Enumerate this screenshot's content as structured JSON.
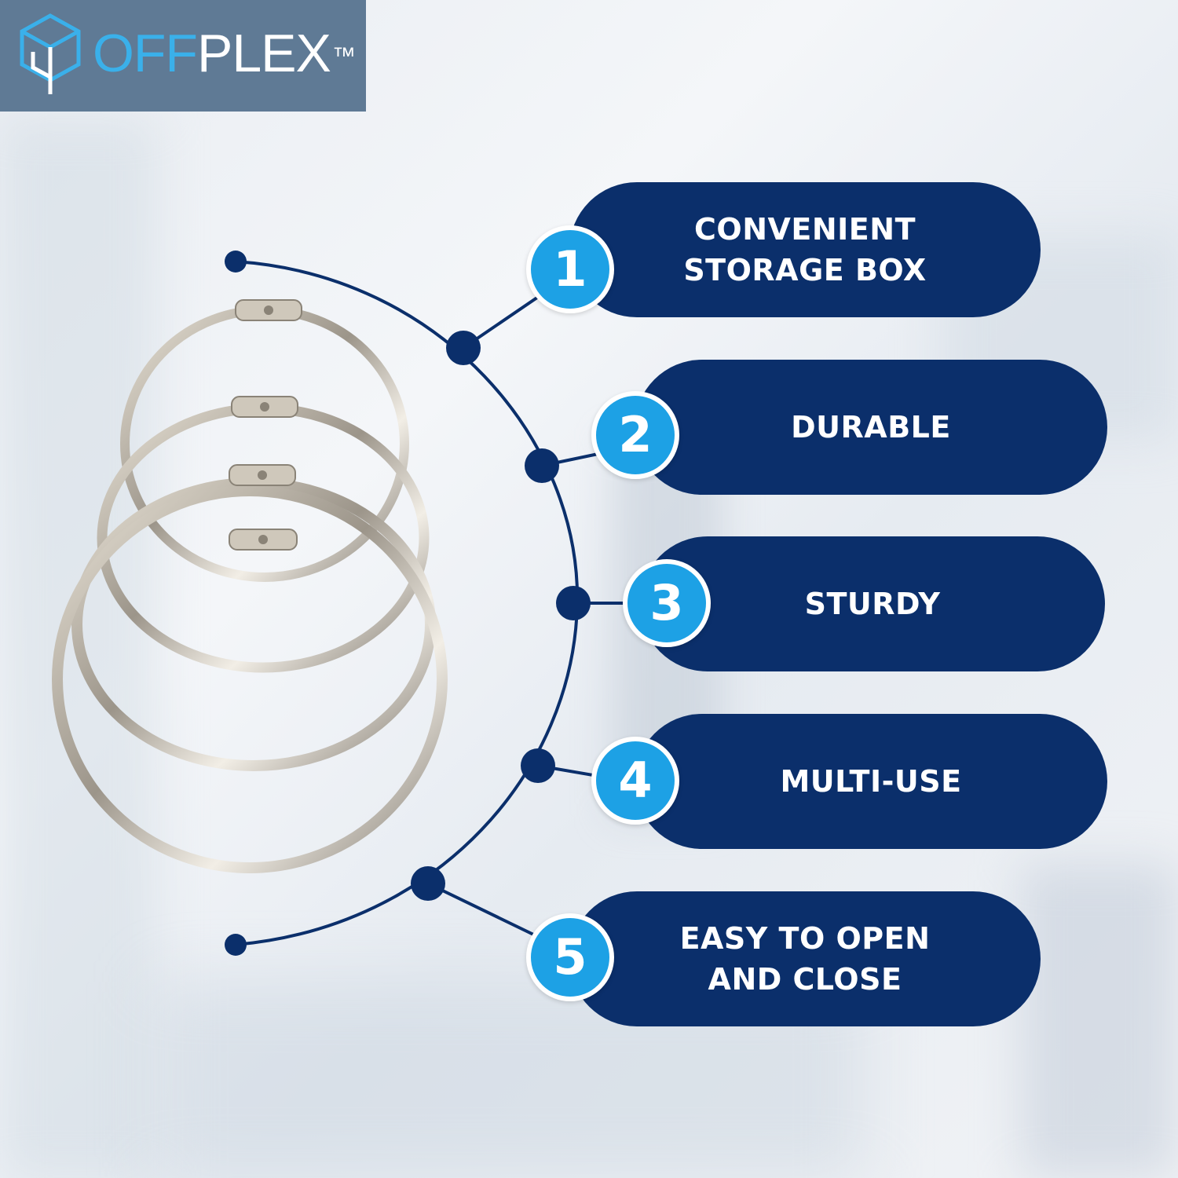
{
  "brand": {
    "logo_part1": "OFF",
    "logo_part2": "PLEX",
    "trademark": "™",
    "logo_icon": "cube-logo-icon"
  },
  "colors": {
    "pill_background": "#0b2f6b",
    "badge_background": "#1da1e5",
    "logo_background": "#5f7a95",
    "connector": "#0b2f6b",
    "logo_accent": "#3ab0ea"
  },
  "product": {
    "image": "metal-binder-rings-image"
  },
  "features": [
    {
      "number": "1",
      "label": "CONVENIENT\nSTORAGE BOX"
    },
    {
      "number": "2",
      "label": "DURABLE"
    },
    {
      "number": "3",
      "label": "STURDY"
    },
    {
      "number": "4",
      "label": "MULTI-USE"
    },
    {
      "number": "5",
      "label": "EASY TO OPEN\nAND CLOSE"
    }
  ]
}
